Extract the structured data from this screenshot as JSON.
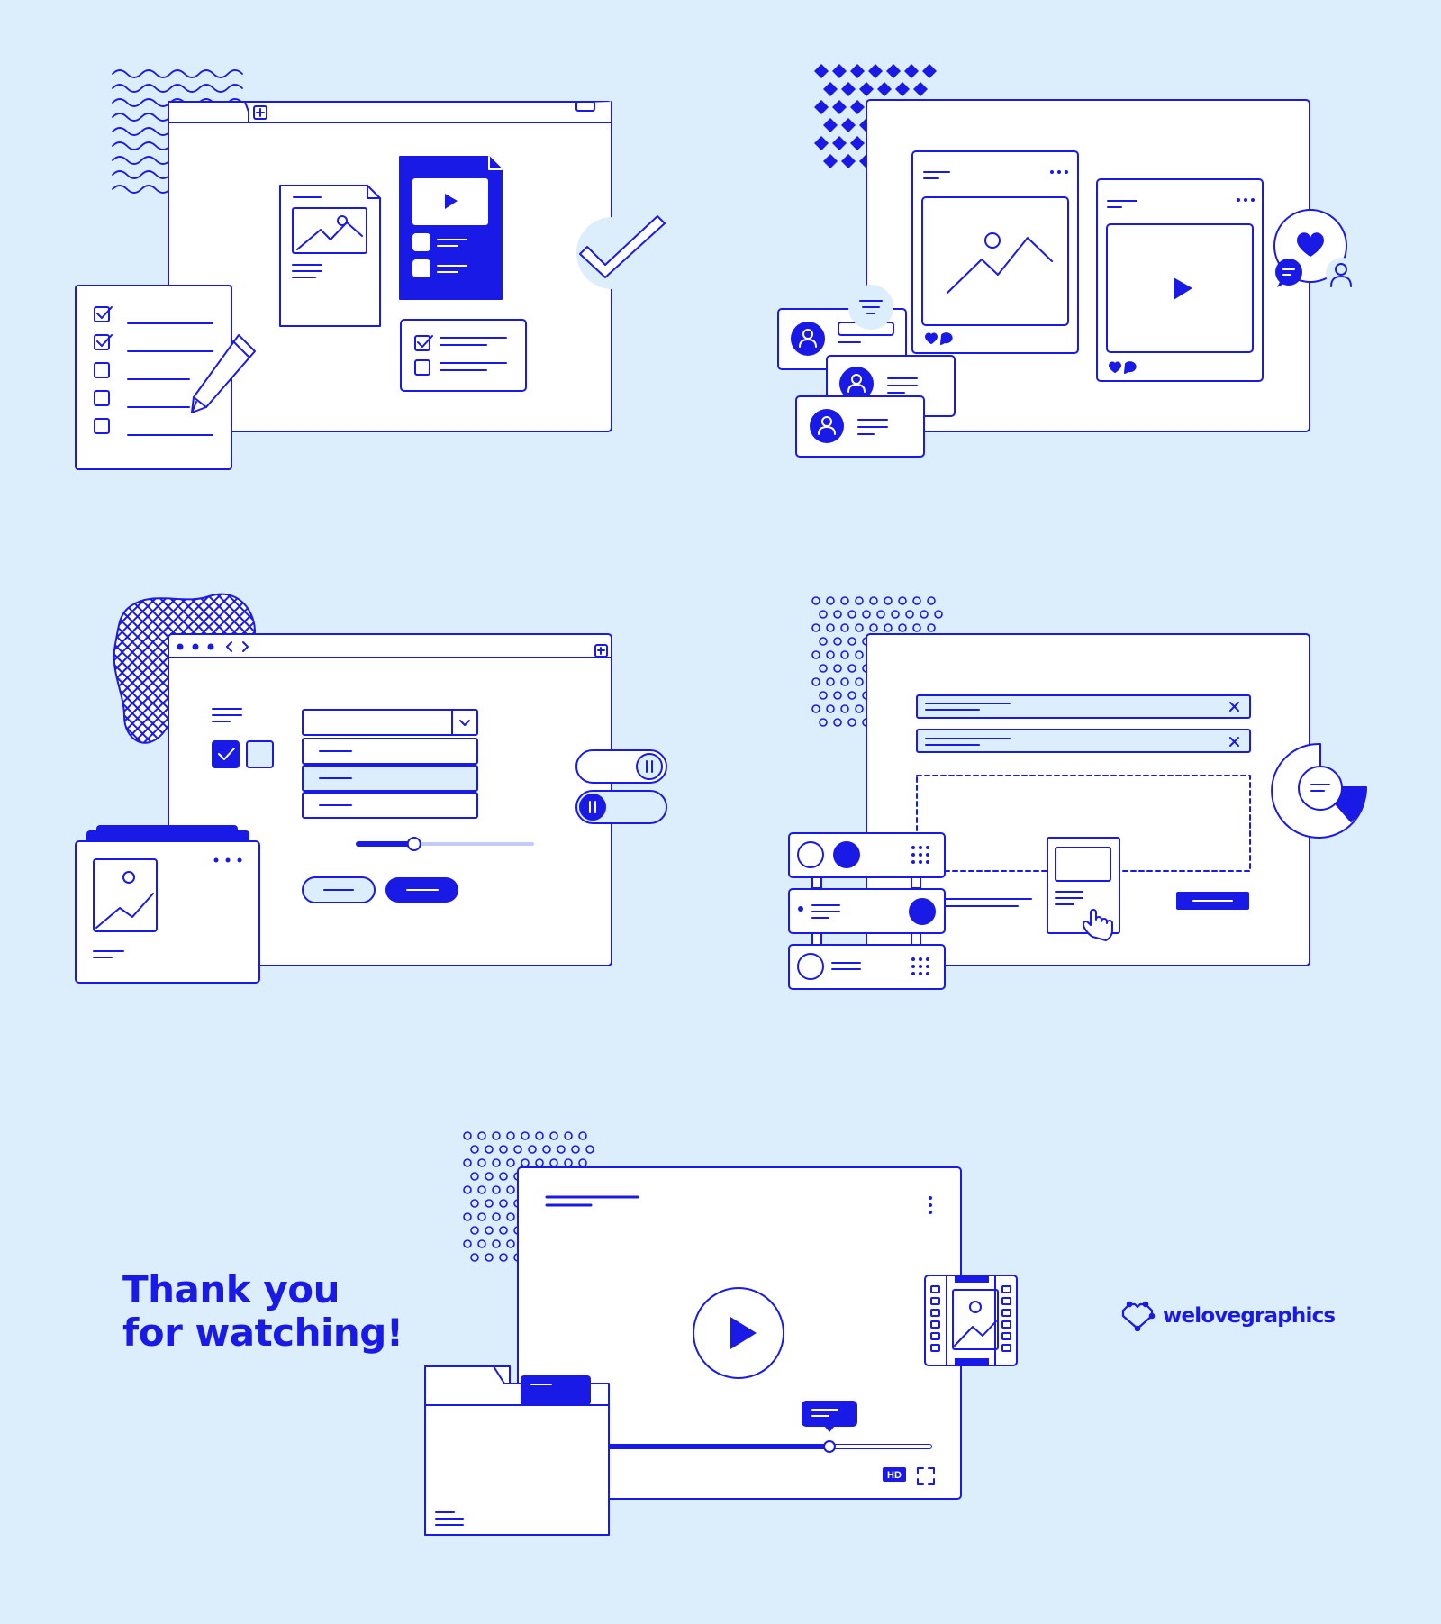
{
  "colors": {
    "background": "#dcedfc",
    "accent": "#1a1ae6",
    "panel": "#ffffff",
    "tint": "#dcedfc"
  },
  "closing": {
    "line1": "Thank you",
    "line2": "for watching!"
  },
  "brand": {
    "name": "welovegraphics",
    "logo_icon": "heart-outline-icon"
  },
  "video_player": {
    "quality_badge": "HD",
    "progress": 0.7
  },
  "form_illustration": {
    "slider_level": 0.32
  }
}
